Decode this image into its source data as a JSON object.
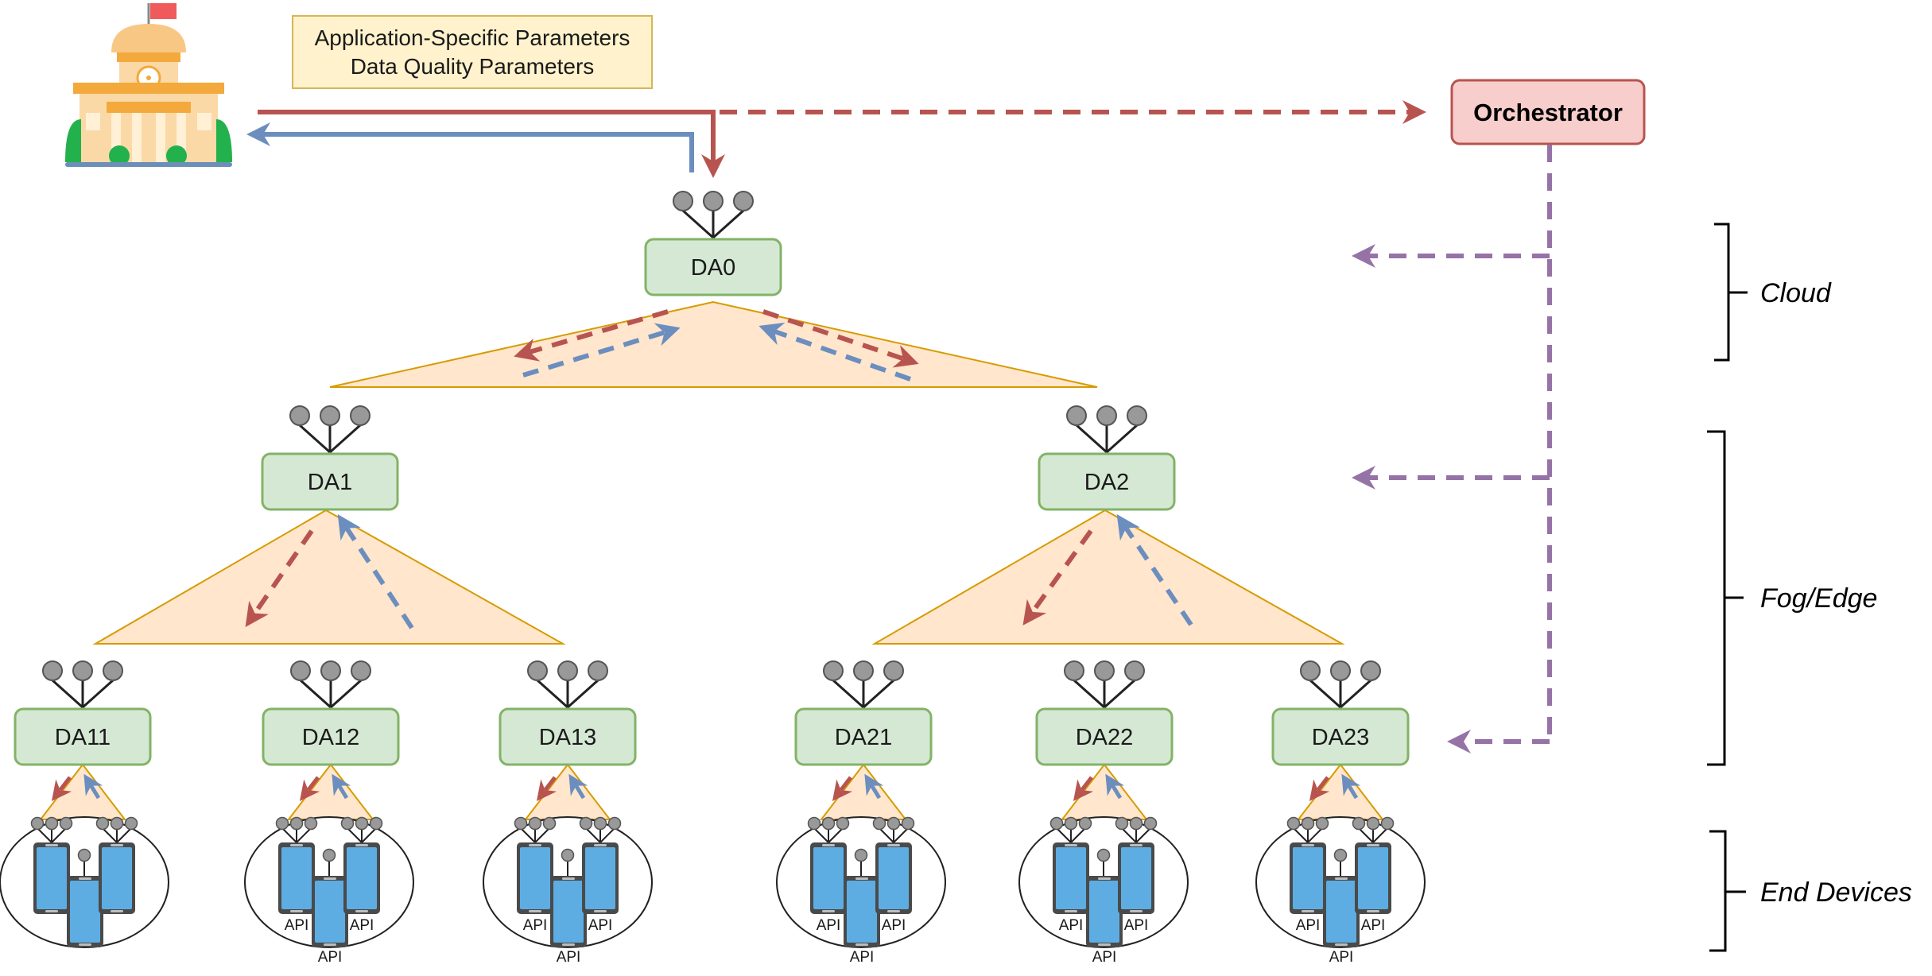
{
  "parameters_box": {
    "line1": "Application-Specific Parameters",
    "line2": "Data Quality Parameters"
  },
  "orchestrator": {
    "label": "Orchestrator"
  },
  "tiers": {
    "cloud": "Cloud",
    "fog_edge": "Fog/Edge",
    "end_devices": "End Devices"
  },
  "nodes": {
    "da0": "DA0",
    "da1": "DA1",
    "da2": "DA2",
    "da11": "DA11",
    "da12": "DA12",
    "da13": "DA13",
    "da21": "DA21",
    "da22": "DA22",
    "da23": "DA23"
  },
  "api_label": "API",
  "colors": {
    "request_arrow": "#b85450",
    "response_arrow": "#6c8ebf",
    "orchestrator_arrow": "#9673a6",
    "node_fill": "#d5e8d4",
    "node_stroke": "#82b366",
    "triangle_fill": "#ffe6cc",
    "triangle_stroke": "#d79b00",
    "params_fill": "#fff2cc",
    "params_stroke": "#d6b656",
    "orchestrator_fill": "#f8cecc",
    "orchestrator_stroke": "#b85450",
    "phone_fill": "#5dade2",
    "sensor_fill": "#999999"
  },
  "icons": [
    "building-icon",
    "sensor-icon",
    "smartphone-icon"
  ]
}
